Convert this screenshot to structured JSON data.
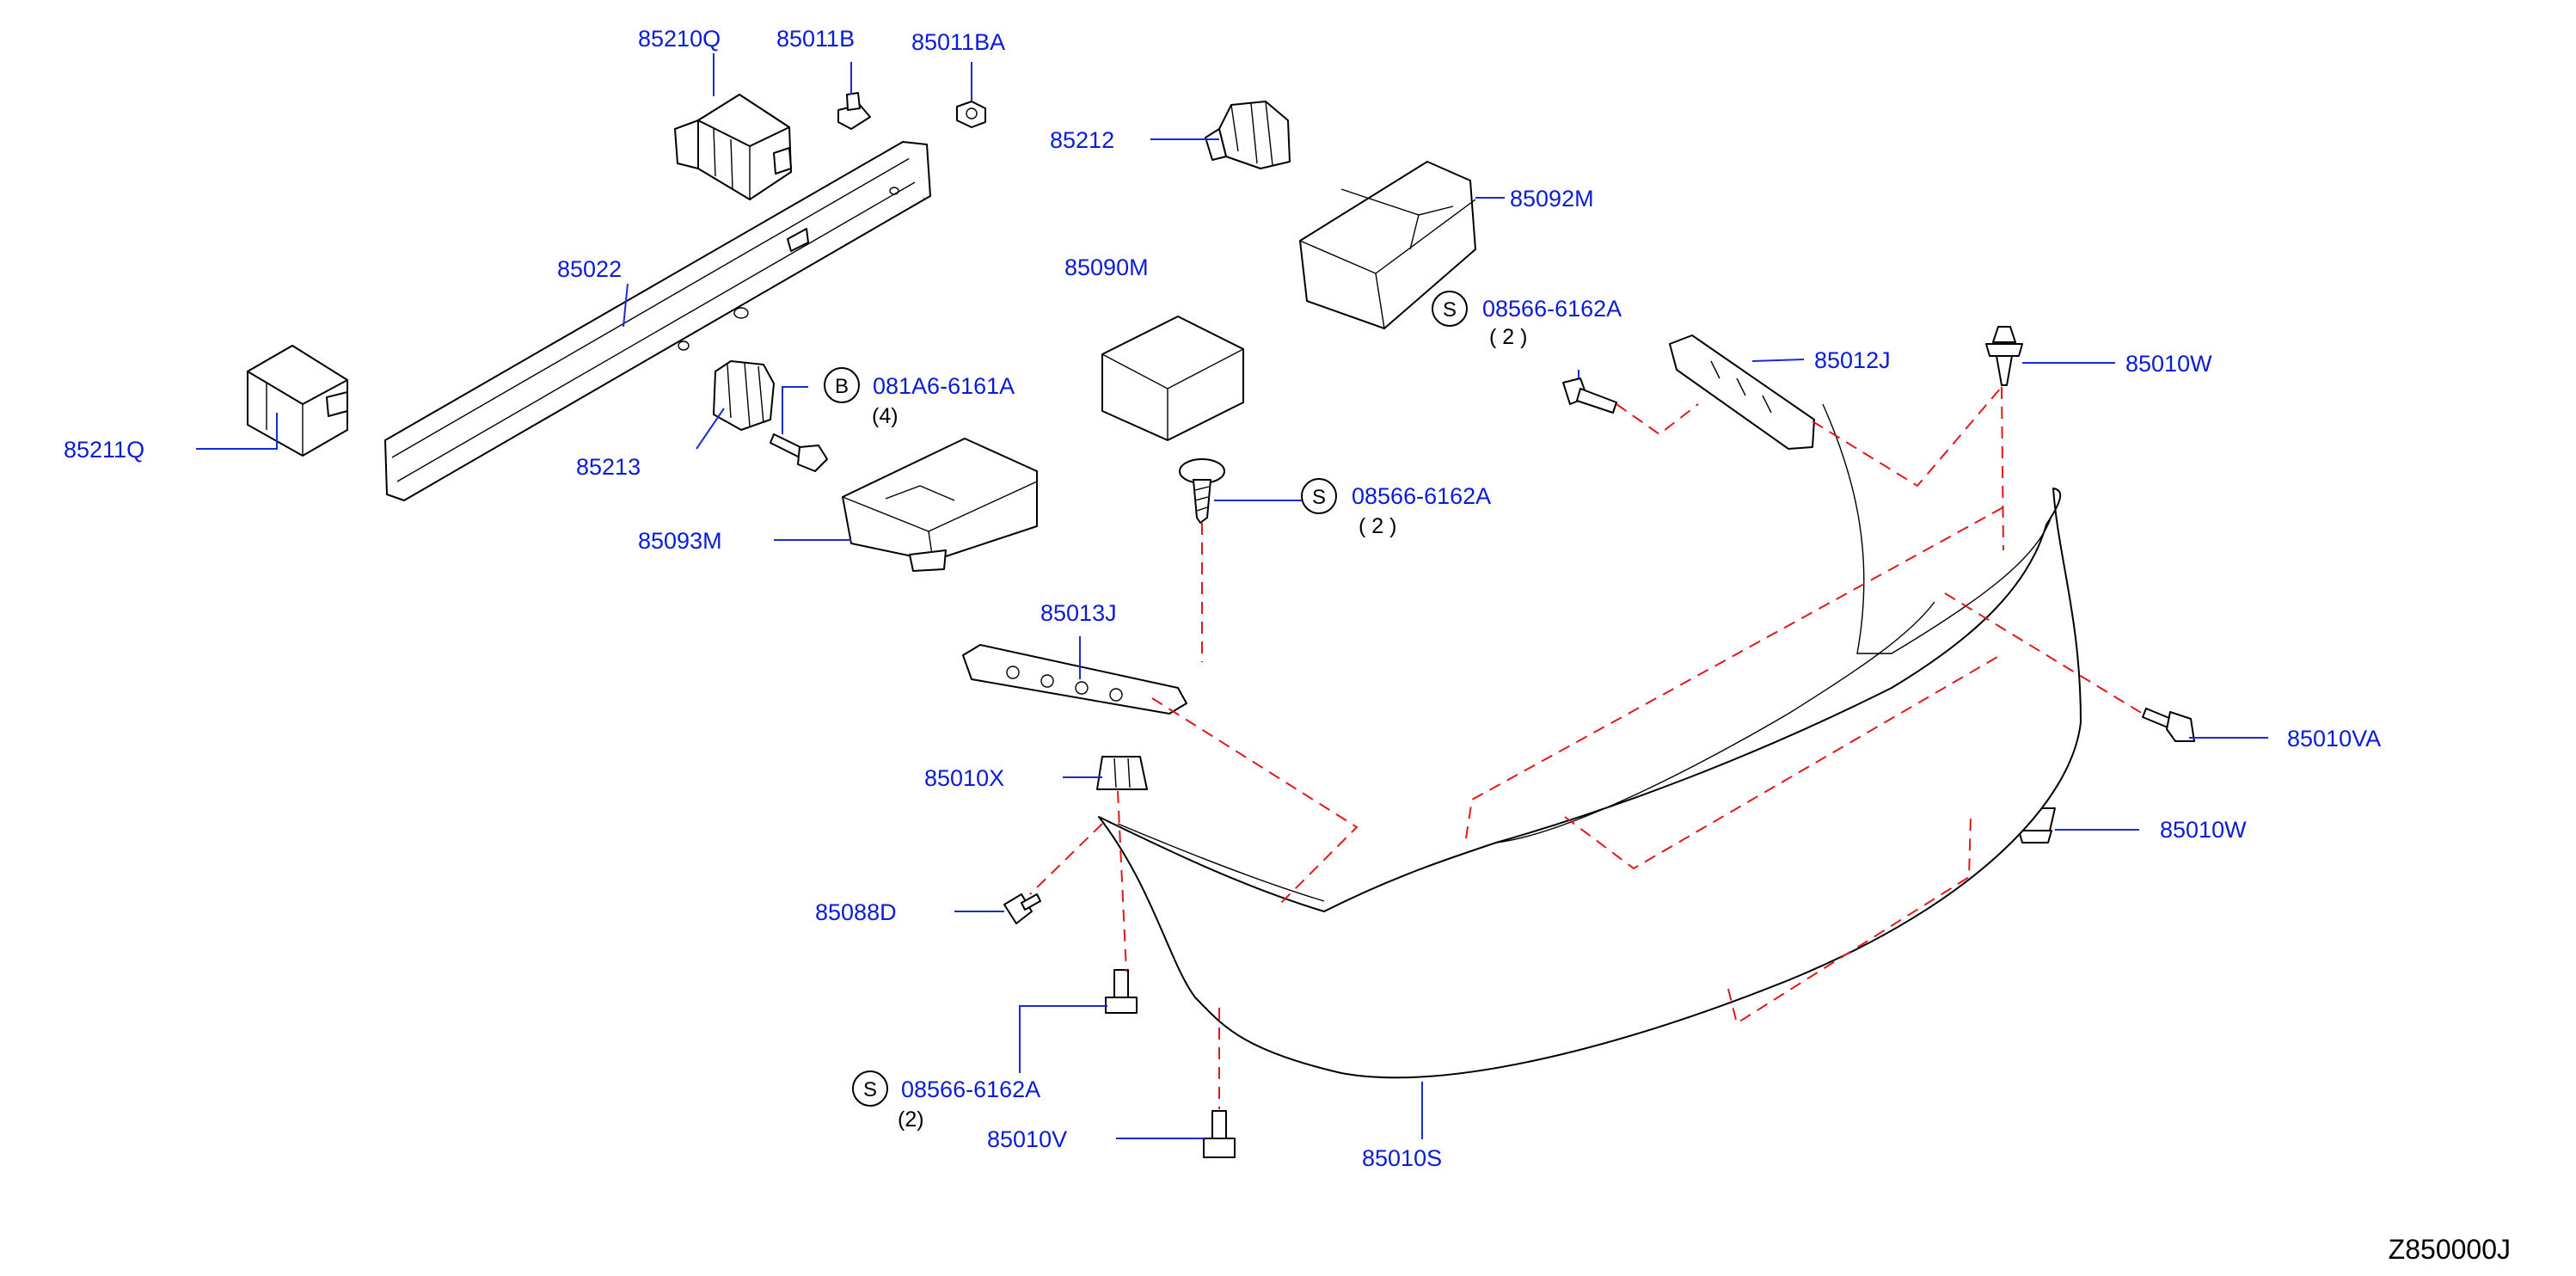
{
  "diagram_code": "Z850000J",
  "labels": {
    "p85210Q": "85210Q",
    "p85011B": "85011B",
    "p85011BA": "85011BA",
    "p85212": "85212",
    "p85092M": "85092M",
    "p85022": "85022",
    "p85090M": "85090M",
    "p85211Q": "85211Q",
    "p081A6": "081A6-6161A",
    "p081A6_qty": "(4)",
    "p85213": "85213",
    "p08566_a": "08566-6162A",
    "p08566_a_qty": "( 2 )",
    "p85012J": "85012J",
    "p85010W_top": "85010W",
    "p08566_b": "08566-6162A",
    "p08566_b_qty": "( 2 )",
    "p85093M": "85093M",
    "p85013J": "85013J",
    "p85010VA": "85010VA",
    "p85010X": "85010X",
    "p85010W_bottom": "85010W",
    "p85088D": "85088D",
    "p08566_c": "08566-6162A",
    "p08566_c_qty": "(2)",
    "p85010V": "85010V",
    "p85010S": "85010S"
  },
  "prefix": {
    "bolt": "B",
    "screw": "S"
  },
  "colors": {
    "label": "#0a1cd6",
    "leader": "#1a2cd0",
    "dashed_assembly_line": "#e01818",
    "part_outline": "#000000"
  }
}
